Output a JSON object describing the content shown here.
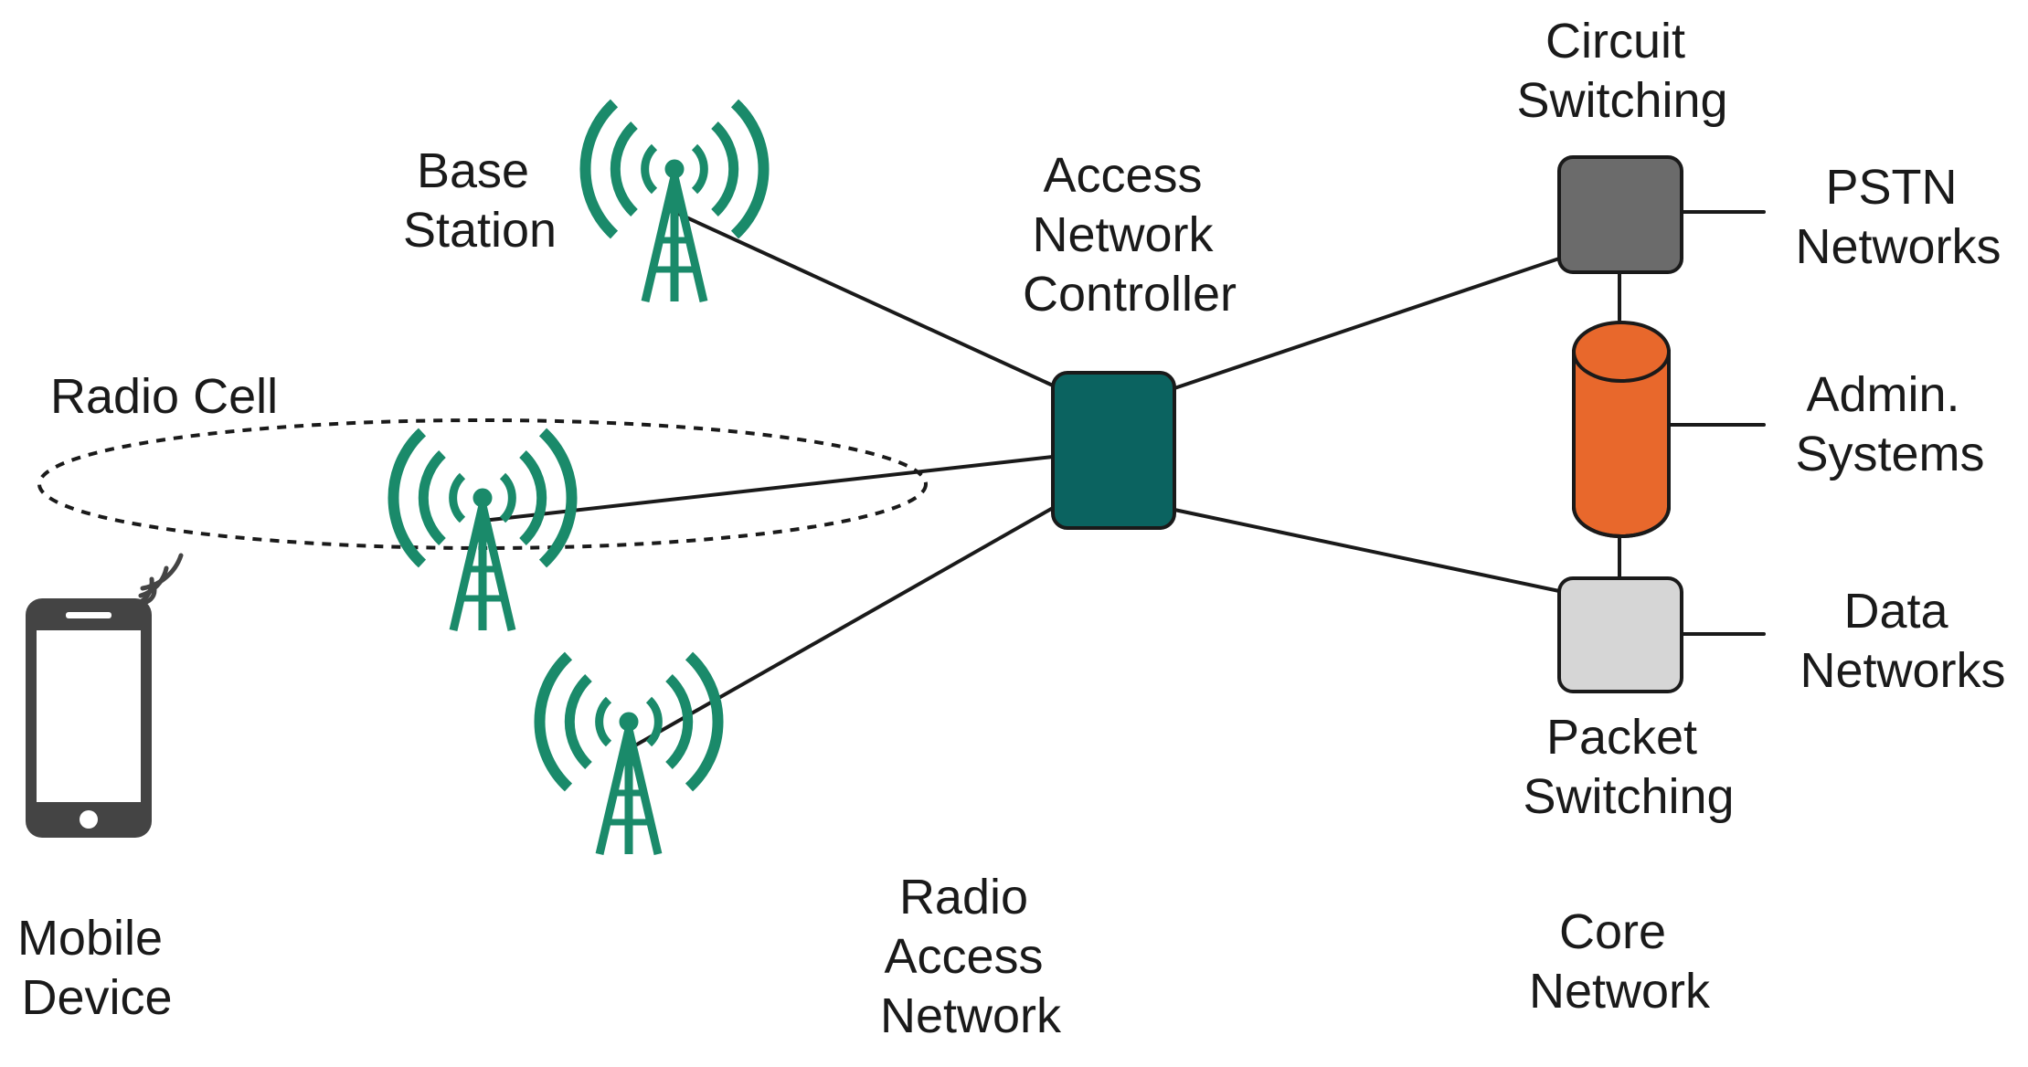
{
  "labels": {
    "base_station": [
      "Base",
      "Station"
    ],
    "radio_cell": "Radio Cell",
    "access_network_controller": [
      "Access",
      "Network",
      "Controller"
    ],
    "circuit_switching": [
      "Circuit",
      "Switching"
    ],
    "pstn_networks": [
      "PSTN",
      "Networks"
    ],
    "admin_systems": [
      "Admin.",
      "Systems"
    ],
    "data_networks": [
      "Data",
      "Networks"
    ],
    "packet_switching": [
      "Packet",
      "Switching"
    ],
    "mobile_device": [
      "Mobile",
      "Device"
    ],
    "radio_access_network": [
      "Radio",
      "Access",
      "Network"
    ],
    "core_network": [
      "Core",
      "Network"
    ]
  },
  "colors": {
    "tower": "#1a8a6a",
    "controller": "#0b6360",
    "circuit_switch": "#6b6b6b",
    "database": "#e8682c",
    "packet_switch": "#d6d6d6",
    "phone": "#444444",
    "line": "#1a1a1a"
  },
  "icons": {
    "tower": "radio-tower-icon",
    "phone": "mobile-phone-icon",
    "controller": "controller-box-icon",
    "circuit_switch": "circuit-switch-box-icon",
    "database": "database-cylinder-icon",
    "packet_switch": "packet-switch-box-icon"
  }
}
